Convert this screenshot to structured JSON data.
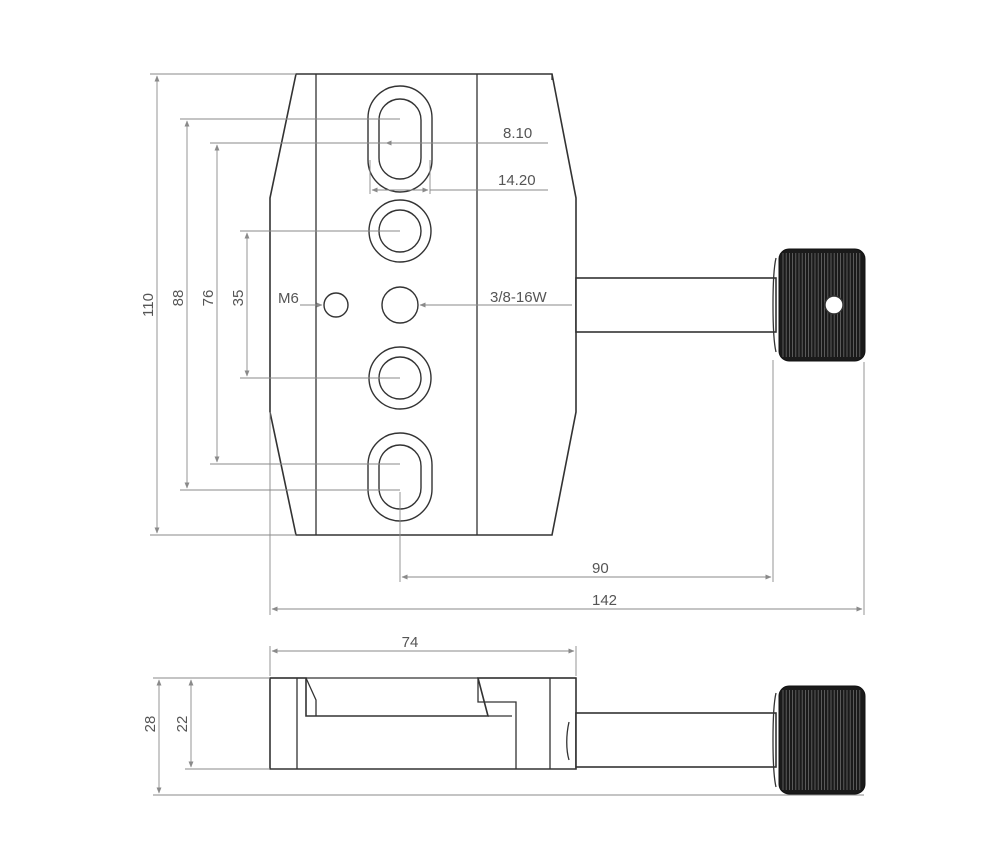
{
  "dimensions": {
    "top_view": {
      "height_total": "110",
      "slot_outer": "88",
      "slot_inner": "76",
      "hole_spacing": "35",
      "slot_width": "8.10",
      "slot_outer_width": "14.20",
      "thread_small": "M6",
      "thread_large": "3/8-16W",
      "knob_offset": "90",
      "overall_width": "142"
    },
    "side_view": {
      "width": "74",
      "total_height": "28",
      "body_height": "22"
    }
  }
}
